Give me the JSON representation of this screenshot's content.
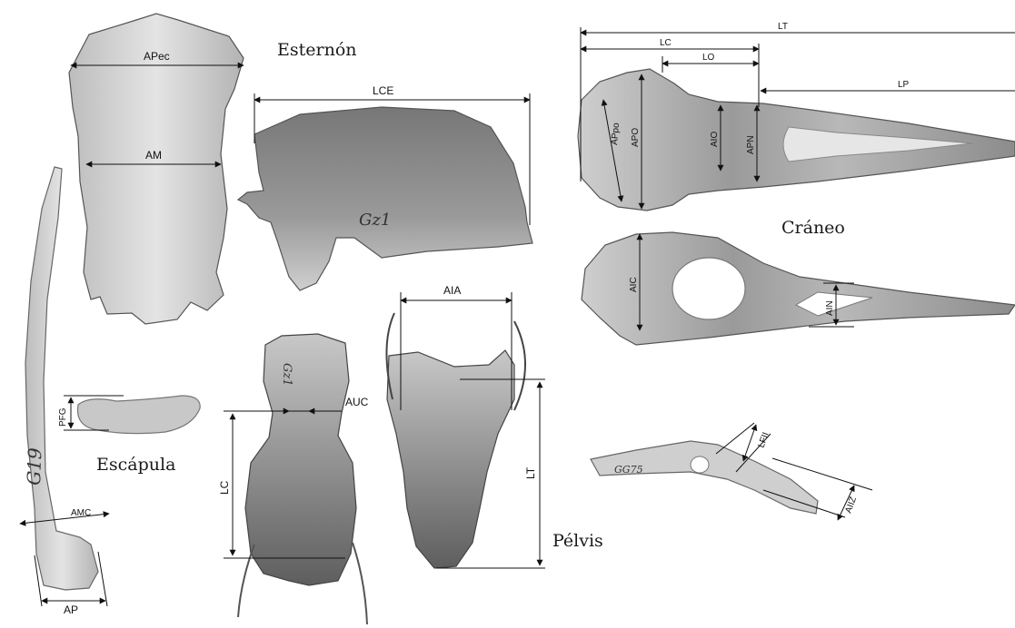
{
  "captions": {
    "sternum": "Esternón",
    "skull": "Cráneo",
    "scapula": "Escápula",
    "pelvis": "Pélvis"
  },
  "specimen_marks": {
    "sternum_side": "Gz1",
    "scapula": "G19",
    "pelvis_ventral": "Gz1",
    "pelvis_side": "GG75"
  },
  "labels": {
    "sternum": {
      "width_anterior": "APec",
      "width_middle": "AM",
      "length_keel": "LCE"
    },
    "skull": {
      "total_length": "LT",
      "cranium_length": "LC",
      "orbit_length": "LO",
      "beak_length": "LP",
      "postorbital_width": "APpo",
      "orbital_width": "APO",
      "interorbital_width": "AIO",
      "nasal_process_width": "APN",
      "cranium_height": "AIC",
      "nasal_height": "AIN"
    },
    "scapula": {
      "glenoid_height": "PFG",
      "neck_width": "AMC",
      "proximal_width": "AP"
    },
    "pelvis": {
      "ilium_width": "AIA",
      "synsacrum_width": "AUC",
      "synsacrum_length": "LC",
      "total_length": "LT",
      "ischial_foramen": "LFII",
      "ischium_width": "AIIZ"
    }
  },
  "colors": {
    "background": "#ffffff",
    "bone_light": "#d9d9d9",
    "bone_mid": "#a8a8a8",
    "bone_dark": "#6e6e6e",
    "line": "#111111"
  }
}
